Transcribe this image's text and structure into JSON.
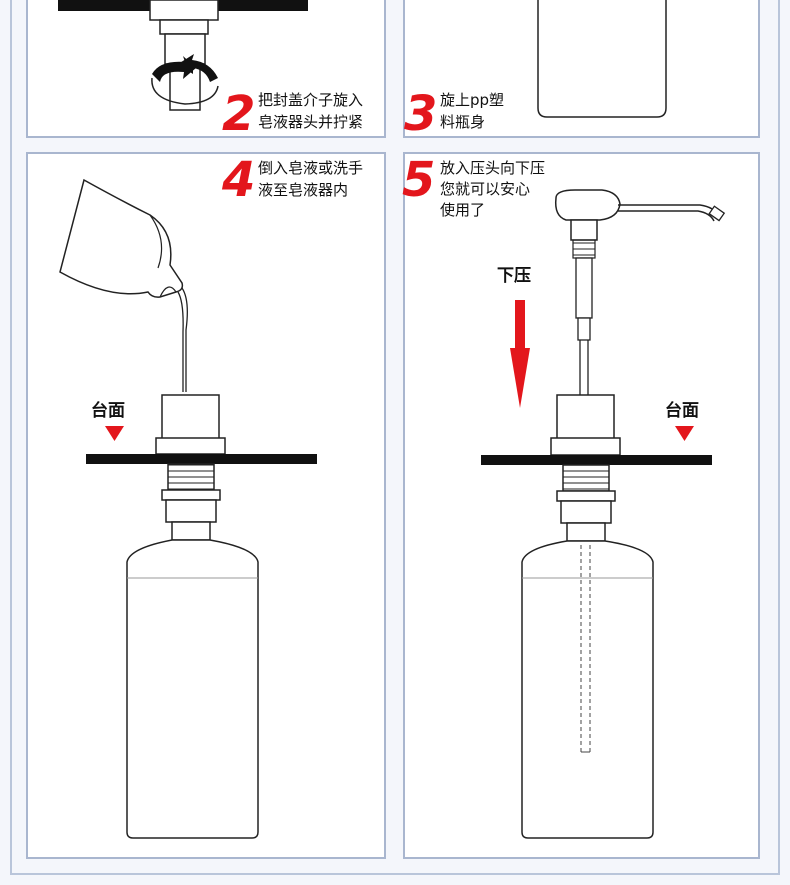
{
  "steps": {
    "step2": {
      "number": "2",
      "line1": "把封盖介子旋入",
      "line2": "皂液器头并拧紧"
    },
    "step3": {
      "number": "3",
      "line1": "旋上pp塑",
      "line2": "料瓶身"
    },
    "step4": {
      "number": "4",
      "line1": "倒入皂液或洗手",
      "line2": "液至皂液器内"
    },
    "step5": {
      "number": "5",
      "line1": "放入压头向下压",
      "line2": "您就可以安心",
      "line3": "使用了"
    }
  },
  "labels": {
    "countertop_left": "台面",
    "countertop_right": "台面",
    "press_down": "下压"
  },
  "colors": {
    "accent_red": "#e3161c",
    "frame": "#a9b6cf",
    "ink": "#111111"
  }
}
